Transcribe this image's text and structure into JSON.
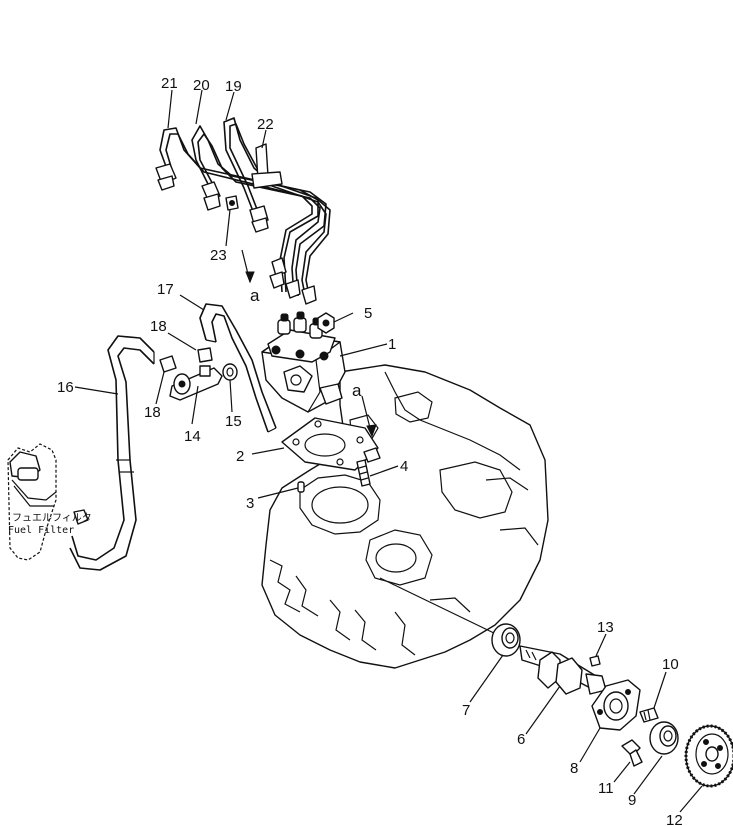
{
  "diagram": {
    "callouts": {
      "c1": "1",
      "c2": "2",
      "c3": "3",
      "c4": "4",
      "c5": "5",
      "c6": "6",
      "c7": "7",
      "c8": "8",
      "c9": "9",
      "c10": "10",
      "c11": "11",
      "c12": "12",
      "c13": "13",
      "c14": "14",
      "c15": "15",
      "c16": "16",
      "c17": "17",
      "c18a": "18",
      "c18b": "18",
      "c19": "19",
      "c20": "20",
      "c21": "21",
      "c22": "22",
      "c23": "23"
    },
    "tags": {
      "a_upper": "a",
      "a_lower": "a"
    },
    "fuel_filter": {
      "label_jp": "フュエルフィルタ",
      "label_en": "Fuel Filter"
    }
  }
}
